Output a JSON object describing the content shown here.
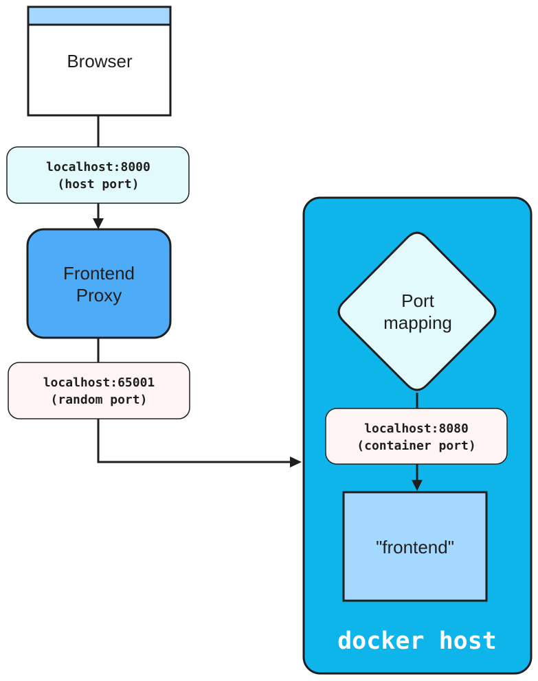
{
  "nodes": {
    "browser": {
      "label": "Browser",
      "titlebar_color": "#a5d8ff",
      "fill": "#ffffff"
    },
    "host_port": {
      "line1": "localhost:8000",
      "line2": "(host port)",
      "fill": "#e3fafc"
    },
    "frontend_proxy": {
      "line1": "Frontend",
      "line2": "Proxy",
      "fill": "#4dabf7"
    },
    "random_port": {
      "line1": "localhost:65001",
      "line2": "(random port)",
      "fill": "#fff5f5"
    },
    "docker_host": {
      "label": "docker host",
      "fill": "#0eb5ea"
    },
    "port_mapping": {
      "line1": "Port",
      "line2": "mapping",
      "fill": "#e3fafc"
    },
    "container_port": {
      "line1": "localhost:8080",
      "line2": "(container port)",
      "fill": "#fff5f5"
    },
    "frontend_container": {
      "label": "\"frontend\"",
      "fill": "#a5d8ff"
    }
  },
  "colors": {
    "stroke": "#1e1e1e",
    "text": "#1e1e1e",
    "docker_label": "#ffffff"
  }
}
